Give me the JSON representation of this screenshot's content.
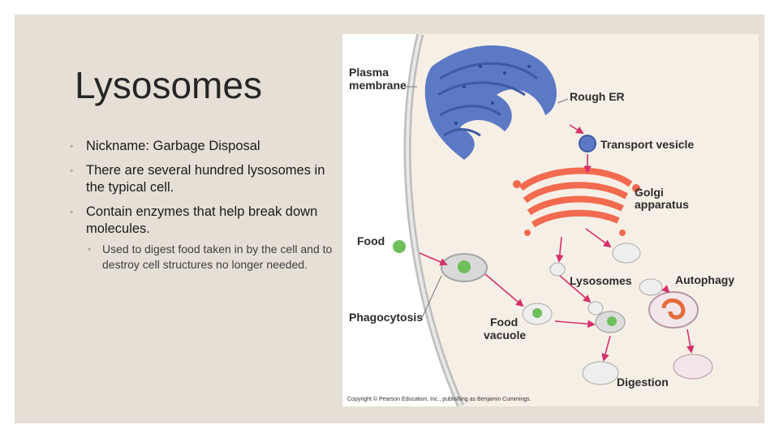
{
  "slide": {
    "title": "Lysosomes",
    "bullets": [
      "Nickname: Garbage Disposal",
      "There are several hundred lysosomes in the typical cell.",
      "Contain enzymes that help break down molecules."
    ],
    "sub_bullets": [
      "Used to digest food taken in by the cell and to destroy cell structures no longer needed."
    ],
    "bullet_marker": "◦"
  },
  "figure": {
    "labels": {
      "plasma_membrane_1": "Plasma",
      "plasma_membrane_2": "membrane",
      "rough_er": "Rough ER",
      "transport_vesicle": "Transport vesicle",
      "golgi_1": "Golgi",
      "golgi_2": "apparatus",
      "food": "Food",
      "lysosomes": "Lysosomes",
      "autophagy": "Autophagy",
      "phagocytosis": "Phagocytosis",
      "food_vacuole_1": "Food",
      "food_vacuole_2": "vacuole",
      "digestion": "Digestion"
    },
    "copyright": "Copyright © Pearson Education, Inc., publishing as Benjamin Cummings.",
    "colors": {
      "rough_er": "#5b79c4",
      "golgi": "#f26a4f",
      "arrow": "#d62f6a",
      "food": "#6fbf5a",
      "membrane": "#cfcfcf",
      "background": "#e5dfd6"
    }
  }
}
